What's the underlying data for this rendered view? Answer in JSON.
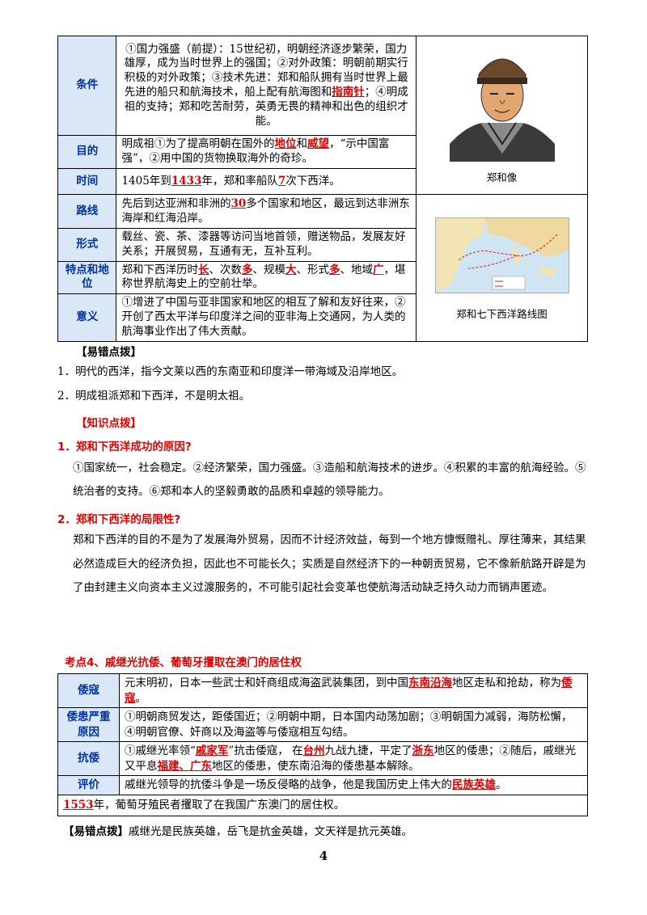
{
  "table1": {
    "rows": [
      {
        "label": "条件",
        "parts": [
          {
            "t": "①国力强盛（前提）：15世纪初，明朝经济逐步繁荣，国力雄厚，成为当时世界上的强国；②对外政策：明朝前期实行积极的对外政策；③技术先进：郑和船队拥有当时世界上最先进的船只和航海技术，船上配有航海图和"
          },
          {
            "t": "指南针",
            "r": true
          },
          {
            "t": "；④明成祖的支持；郑和吃苦耐劳，英勇无畏的精神和出色的组织才能。"
          }
        ]
      },
      {
        "label": "目的",
        "parts": [
          {
            "t": "明成祖①为了提高明朝在国外的"
          },
          {
            "t": "地位",
            "r": true
          },
          {
            "t": "和"
          },
          {
            "t": "威望",
            "r": true
          },
          {
            "t": "，“示中国富强”，②用中国的货物换取海外的奇珍。"
          }
        ]
      },
      {
        "label": "时间",
        "parts": [
          {
            "t": "1405年到"
          },
          {
            "t": "1433",
            "r": true
          },
          {
            "t": "年，郑和率船队"
          },
          {
            "t": "7",
            "r": true
          },
          {
            "t": "次下西洋。"
          }
        ]
      },
      {
        "label": "路线",
        "parts": [
          {
            "t": "先后到达亚洲和非洲的"
          },
          {
            "t": "30",
            "r": true
          },
          {
            "t": "多个国家和地区，最远到达非洲东海岸和红海沿岸。"
          }
        ]
      },
      {
        "label": "形式",
        "parts": [
          {
            "t": "载丝、瓷、茶、漆器等访问当地首领，赠送物品，发展友好关系；开展贸易，互通有无，互补互利。"
          }
        ]
      },
      {
        "label": "特点和地位",
        "parts": [
          {
            "t": "郑和下西洋历时"
          },
          {
            "t": "长",
            "r": true
          },
          {
            "t": "、次数"
          },
          {
            "t": "多",
            "r": true
          },
          {
            "t": "、规模"
          },
          {
            "t": "大",
            "r": true
          },
          {
            "t": "、形式"
          },
          {
            "t": "多",
            "r": true
          },
          {
            "t": "、地域"
          },
          {
            "t": "广",
            "r": true
          },
          {
            "t": "，堪称世界航海史上的空前壮举。"
          }
        ]
      },
      {
        "label": "意义",
        "parts": [
          {
            "t": "①增进了中国与亚非国家和地区的相互了解和友好往来，②开创了西太平洋与印度洋之间的亚非海上交通网，为人类的航海事业作出了伟大贡献。"
          }
        ]
      }
    ],
    "portrait_caption": "郑和像",
    "map_caption": "郑和七下西洋路线图"
  },
  "yicuo1": {
    "heading": "【易错点拨】",
    "items": [
      "1．明代的西洋，指今文莱以西的东南亚和印度洋一带海域及沿岸地区。",
      "2．明成祖派郑和下西洋，不是明太祖。"
    ]
  },
  "zhishi": {
    "heading": "【知识点拨】",
    "q1": "1．郑和下西洋成功的原因?",
    "a1": "①国家统一，社会稳定。②经济繁荣，国力强盛。③造船和航海技术的进步。④积累的丰富的航海经验。⑤统治者的支持。⑥郑和本人的坚毅勇敢的品质和卓越的领导能力。",
    "q2": "2．郑和下西洋的局限性?",
    "a2": "郑和下西洋的目的不是为了发展海外贸易，因而不计经济效益，每到一个地方慷慨赠礼、厚往薄来，其结果必然造成巨大的经济负担，因此也不可能长久；实质是自然经济下的一种朝贡贸易，它不像新航路开辟是为了由封建主义向资本主义过渡服务的，不可能引起社会变革也使航海活动缺乏持久动力而销声匿迹。"
  },
  "kaodian4": {
    "title": "考点4、戚继光抗倭、葡萄牙攫取在澳门的居住权"
  },
  "table2": {
    "rows": [
      {
        "label": "倭寇",
        "parts": [
          {
            "t": "元末明初，日本一些武士和奸商组成海盗武装集团，到中国"
          },
          {
            "t": "东南沿海",
            "r": true
          },
          {
            "t": "地区走私和抢劫，称为"
          },
          {
            "t": "倭寇",
            "r": true
          },
          {
            "t": "。"
          }
        ]
      },
      {
        "label": "倭患严重原因",
        "parts": [
          {
            "t": "①明朝商贸发达，距倭国近；②明朝中期，日本国内动荡加剧；③明朝国力减弱，海防松懈，④明朝官僚、奸商以及海盗等与倭寇相互勾结。"
          }
        ]
      },
      {
        "label": "抗倭",
        "parts": [
          {
            "t": "①戚继光率领“"
          },
          {
            "t": "戚家军",
            "r": true
          },
          {
            "t": "”抗击倭寇，  在"
          },
          {
            "t": "台州",
            "r": true
          },
          {
            "t": "九战九捷，平定了"
          },
          {
            "t": "浙东",
            "r": true
          },
          {
            "t": "地区的倭患；②随后，戚继光又平息"
          },
          {
            "t": "福建、广东",
            "r": true
          },
          {
            "t": "地区的倭患，使东南沿海的倭患基本解除。"
          }
        ]
      },
      {
        "label": "评价",
        "parts": [
          {
            "t": "戚继光领导的抗倭斗争是一场反侵略的战争，他是我国历史上伟大的"
          },
          {
            "t": "民族英雄",
            "r": true
          },
          {
            "t": "。"
          }
        ]
      }
    ],
    "last": [
      {
        "t": "1553",
        "r": true
      },
      {
        "t": "年，葡萄牙殖民者攫取了在我国广东澳门的居住权。"
      }
    ]
  },
  "yicuo2": {
    "heading": "【易错点拨】",
    "text": "戚继光是民族英雄，岳飞是抗金英雄，文天祥是抗元英雄。"
  },
  "page_number": "4"
}
